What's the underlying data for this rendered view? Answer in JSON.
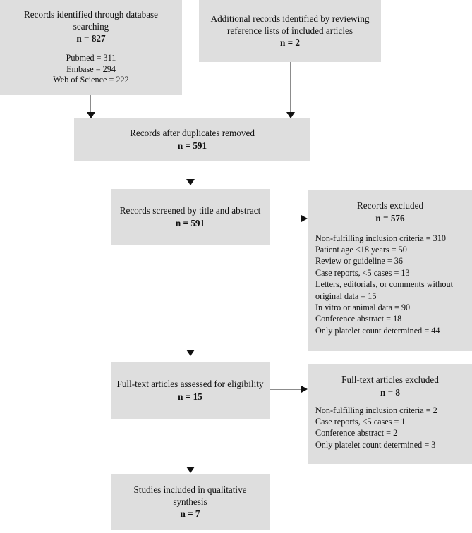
{
  "diagram": {
    "type": "prisma-flow-diagram",
    "box_fill": "#dedede",
    "connector_color": "#8c8c8c",
    "arrow_color": "#111111",
    "boxes": {
      "identified_database": {
        "title": "Records identified through database searching",
        "n": "n = 827",
        "sources": [
          "Pubmed = 311",
          "Embase = 294",
          "Web of Science = 222"
        ]
      },
      "identified_additional": {
        "title": "Additional records identified by reviewing reference lists of included articles",
        "n": "n = 2"
      },
      "duplicates_removed": {
        "title": "Records after duplicates removed",
        "n": "n = 591"
      },
      "records_screened": {
        "title": "Records screened by title and abstract",
        "n": "n = 591"
      },
      "records_excluded": {
        "title": "Records excluded",
        "n": "n = 576",
        "reasons": [
          "Non-fulfilling inclusion criteria = 310",
          "Patient age <18 years = 50",
          "Review or guideline = 36",
          "Case reports, <5 cases = 13",
          "Letters, editorials, or comments without original data = 15",
          "In vitro or animal data = 90",
          "Conference abstract = 18",
          "Only platelet count determined = 44"
        ]
      },
      "fulltext_assessed": {
        "title": "Full-text articles assessed for eligibility",
        "n": "n = 15"
      },
      "fulltext_excluded": {
        "title": "Full-text articles excluded",
        "n": "n = 8",
        "reasons": [
          "Non-fulfilling inclusion criteria = 2",
          "Case reports, <5 cases = 1",
          "Conference abstract = 2",
          "Only platelet count determined = 3"
        ]
      },
      "studies_included": {
        "title": "Studies included in qualitative synthesis",
        "n": "n = 7"
      }
    }
  }
}
